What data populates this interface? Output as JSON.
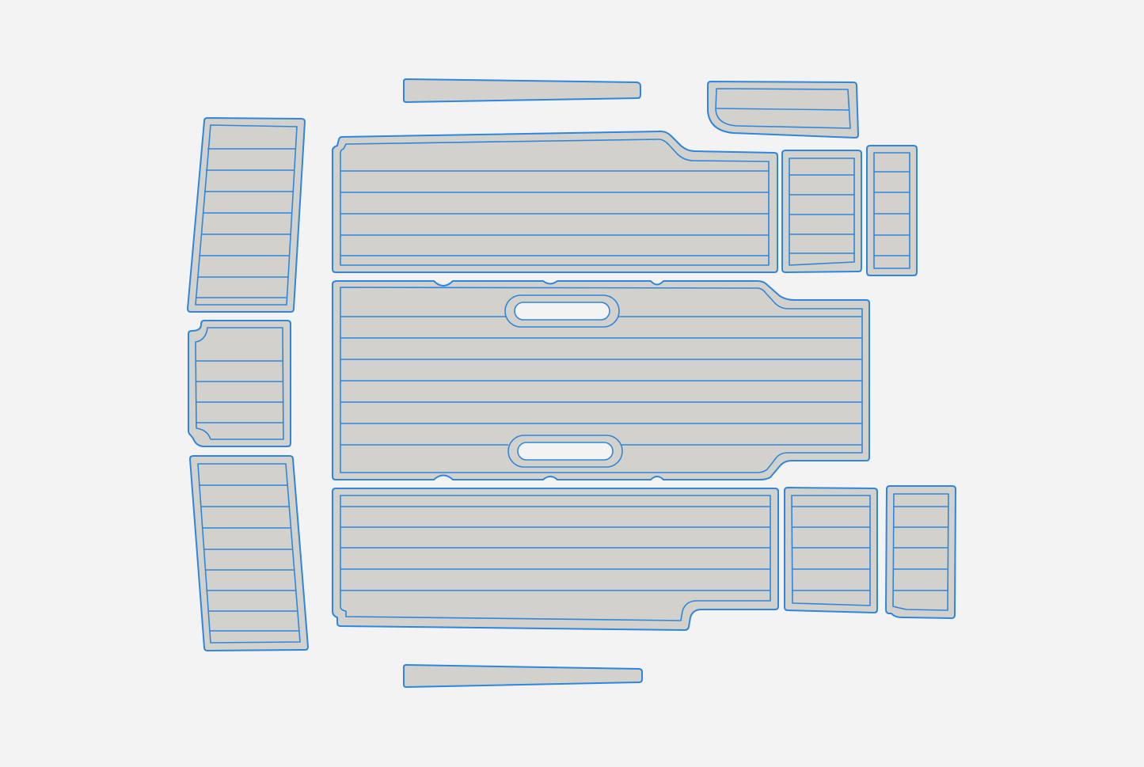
{
  "diagram": {
    "type": "marine-deck-pad-layout",
    "background_color": "#f3f3f3",
    "pad_color": "#d3d1cb",
    "outline_color": "#2e86de",
    "pieces": [
      "top-strip",
      "top-right-corner-pad",
      "left-bow-pad",
      "main-upper-pad",
      "right-upper-small-pad-a",
      "right-upper-small-pad-b",
      "left-middle-pad",
      "center-large-pad",
      "left-lower-pad",
      "main-lower-pad",
      "right-lower-small-pad-a",
      "right-lower-small-pad-b",
      "bottom-strip"
    ]
  }
}
